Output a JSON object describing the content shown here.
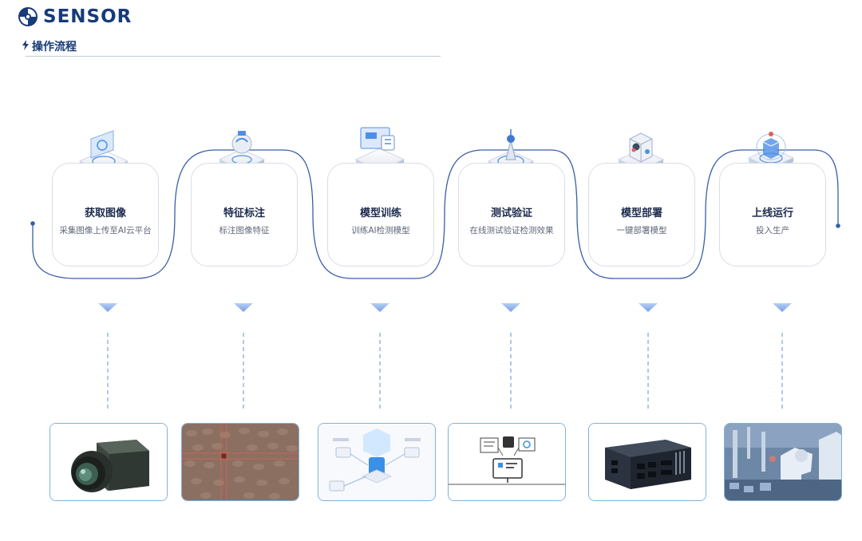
{
  "brand": {
    "logo_text": "SENSOR"
  },
  "section": {
    "title": "操作流程"
  },
  "steps": [
    {
      "title": "获取图像",
      "desc": "采集图像上传至AI云平台"
    },
    {
      "title": "特征标注",
      "desc": "标注图像特征"
    },
    {
      "title": "模型训练",
      "desc": "训练AI检测模型"
    },
    {
      "title": "测试验证",
      "desc": "在线测试验证检测效果"
    },
    {
      "title": "模型部署",
      "desc": "一键部署模型"
    },
    {
      "title": "上线运行",
      "desc": "投入生产"
    }
  ],
  "colors": {
    "brand": "#163a7a",
    "flow_line": "#3a5ea8",
    "accent": "#4d8fe6",
    "photo_border": "#7fb2d9"
  },
  "icons": [
    "image-capture-icon",
    "labeling-icon",
    "training-icon",
    "testing-icon",
    "deployment-icon",
    "production-icon"
  ],
  "photos": [
    "industrial-camera-photo",
    "coffee-beans-labeled-photo",
    "training-diagram-illustration",
    "monitor-testing-illustration",
    "edge-computer-photo",
    "robotic-production-line-photo"
  ]
}
